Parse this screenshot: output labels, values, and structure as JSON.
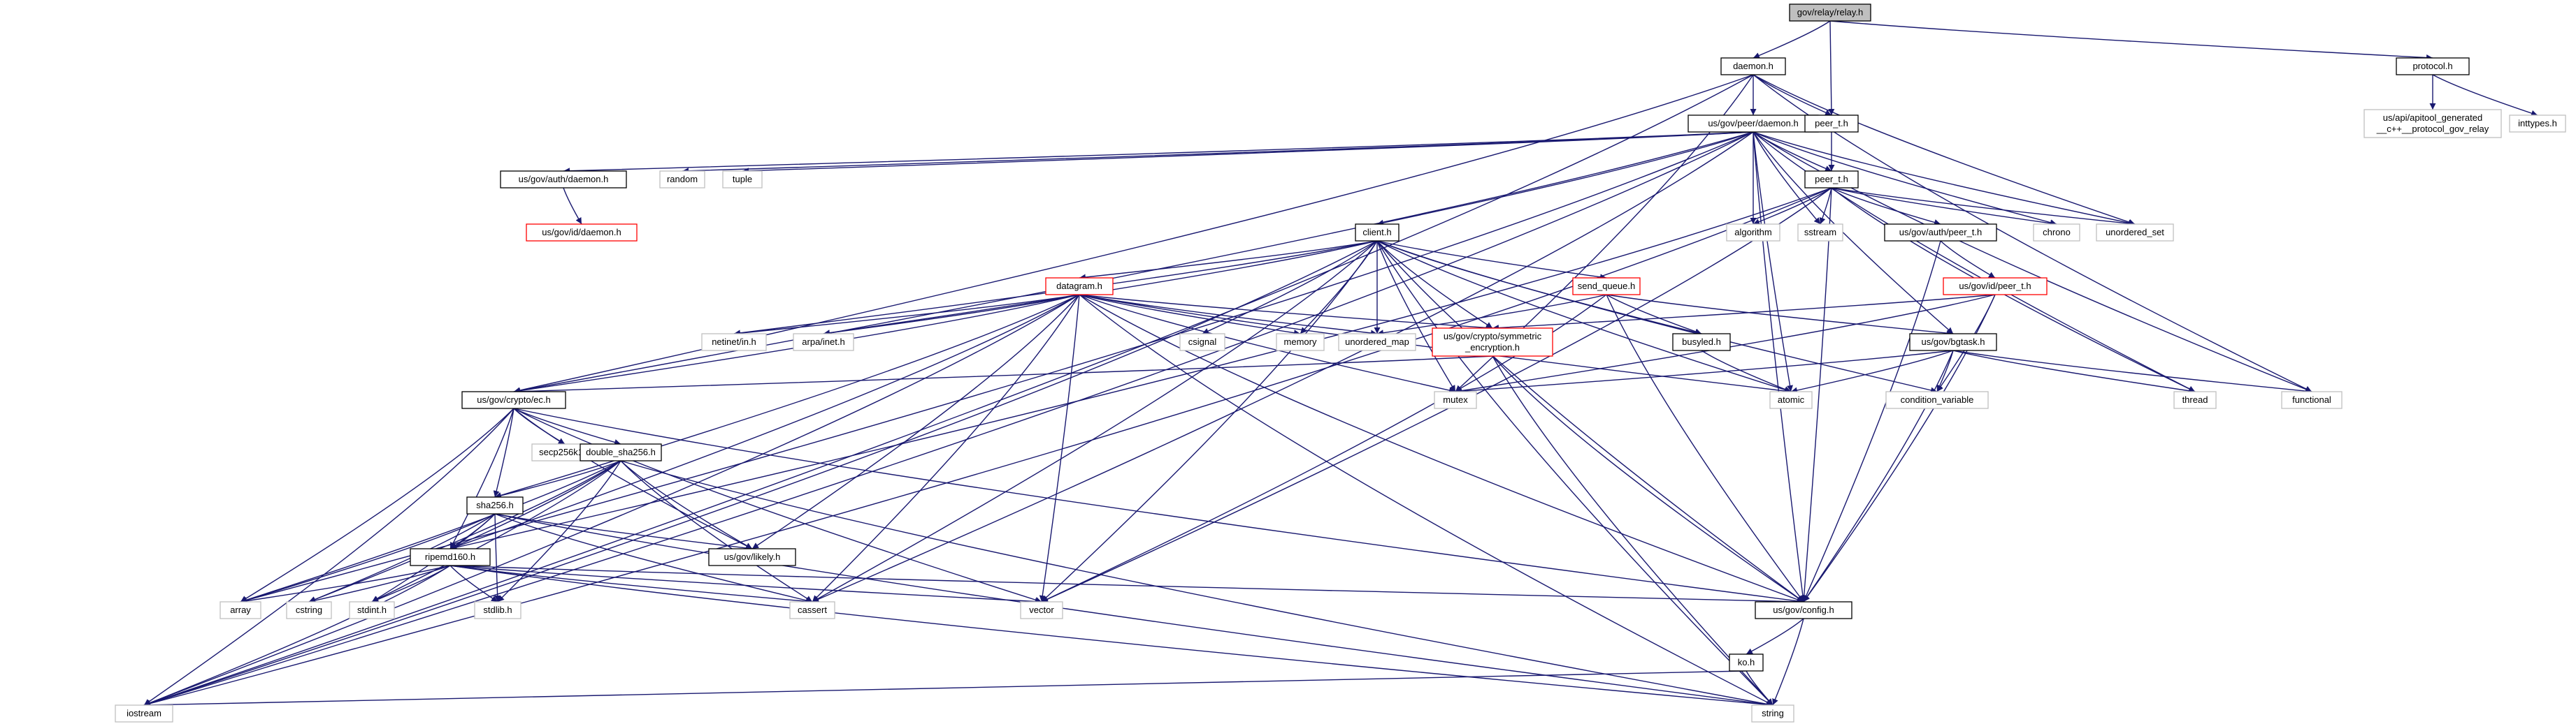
{
  "diagram": {
    "type": "include-dependency-graph",
    "colors": {
      "edge": "#191970",
      "root_fill": "#bfbfbf",
      "documented_border": "#000000",
      "undocumented_border": "#ff0000",
      "external_border": "#bfbfbf",
      "external_text": "#555555",
      "undocumented_text": "#ff0000"
    },
    "nodes": [
      {
        "id": "root",
        "label": "gov/relay/relay.h",
        "kind": "root"
      },
      {
        "id": "daemon",
        "label": "daemon.h",
        "kind": "doc"
      },
      {
        "id": "protocol",
        "label": "protocol.h",
        "kind": "doc"
      },
      {
        "id": "peerdaemon",
        "label": "us/gov/peer/daemon.h",
        "kind": "doc"
      },
      {
        "id": "peer_t_top",
        "label": "peer_t.h",
        "kind": "doc"
      },
      {
        "id": "apitool",
        "label": "us/api/apitool_generated__c++__protocol_gov_relay",
        "kind": "ext"
      },
      {
        "id": "inttypes",
        "label": "inttypes.h",
        "kind": "ext"
      },
      {
        "id": "authdaemon",
        "label": "us/gov/auth/daemon.h",
        "kind": "doc"
      },
      {
        "id": "random",
        "label": "random",
        "kind": "ext"
      },
      {
        "id": "tuple",
        "label": "tuple",
        "kind": "ext"
      },
      {
        "id": "peer_t",
        "label": "peer_t.h",
        "kind": "doc"
      },
      {
        "id": "iddaemon",
        "label": "us/gov/id/daemon.h",
        "kind": "undoc"
      },
      {
        "id": "algorithm",
        "label": "algorithm",
        "kind": "ext"
      },
      {
        "id": "sstream",
        "label": "sstream",
        "kind": "ext"
      },
      {
        "id": "chrono",
        "label": "chrono",
        "kind": "ext"
      },
      {
        "id": "unordered_set",
        "label": "unordered_set",
        "kind": "ext"
      },
      {
        "id": "authpeer",
        "label": "us/gov/auth/peer_t.h",
        "kind": "doc"
      },
      {
        "id": "client",
        "label": "client.h",
        "kind": "doc"
      },
      {
        "id": "datagram",
        "label": "datagram.h",
        "kind": "undoc"
      },
      {
        "id": "send_queue",
        "label": "send_queue.h",
        "kind": "undoc"
      },
      {
        "id": "idpeer",
        "label": "us/gov/id/peer_t.h",
        "kind": "undoc"
      },
      {
        "id": "netinet",
        "label": "netinet/in.h",
        "kind": "ext"
      },
      {
        "id": "arpainet",
        "label": "arpa/inet.h",
        "kind": "ext"
      },
      {
        "id": "csignal",
        "label": "csignal",
        "kind": "ext"
      },
      {
        "id": "memory",
        "label": "memory",
        "kind": "ext"
      },
      {
        "id": "unordered_map",
        "label": "unordered_map",
        "kind": "ext"
      },
      {
        "id": "symmetric",
        "label": "us/gov/crypto/symmetric_encryption.h",
        "kind": "undoc"
      },
      {
        "id": "busyled",
        "label": "busyled.h",
        "kind": "doc"
      },
      {
        "id": "bgtask",
        "label": "us/gov/bgtask.h",
        "kind": "doc"
      },
      {
        "id": "mutex",
        "label": "mutex",
        "kind": "ext"
      },
      {
        "id": "atomic",
        "label": "atomic",
        "kind": "ext"
      },
      {
        "id": "condvar",
        "label": "condition_variable",
        "kind": "ext"
      },
      {
        "id": "thread",
        "label": "thread",
        "kind": "ext"
      },
      {
        "id": "functional",
        "label": "functional",
        "kind": "ext"
      },
      {
        "id": "ec",
        "label": "us/gov/crypto/ec.h",
        "kind": "doc"
      },
      {
        "id": "secp",
        "label": "secp256k1.h",
        "kind": "ext"
      },
      {
        "id": "dsha",
        "label": "double_sha256.h",
        "kind": "doc"
      },
      {
        "id": "sha256",
        "label": "sha256.h",
        "kind": "doc"
      },
      {
        "id": "likely",
        "label": "us/gov/likely.h",
        "kind": "doc"
      },
      {
        "id": "ripemd",
        "label": "ripemd160.h",
        "kind": "doc"
      },
      {
        "id": "array",
        "label": "array",
        "kind": "ext"
      },
      {
        "id": "cstring",
        "label": "cstring",
        "kind": "ext"
      },
      {
        "id": "stdint",
        "label": "stdint.h",
        "kind": "ext"
      },
      {
        "id": "stdlib",
        "label": "stdlib.h",
        "kind": "ext"
      },
      {
        "id": "cassert",
        "label": "cassert",
        "kind": "ext"
      },
      {
        "id": "vector",
        "label": "vector",
        "kind": "ext"
      },
      {
        "id": "config",
        "label": "us/gov/config.h",
        "kind": "doc"
      },
      {
        "id": "ko",
        "label": "ko.h",
        "kind": "doc"
      },
      {
        "id": "iostream",
        "label": "iostream",
        "kind": "ext"
      },
      {
        "id": "string",
        "label": "string",
        "kind": "ext"
      }
    ],
    "edges": [
      [
        "root",
        "daemon"
      ],
      [
        "root",
        "protocol"
      ],
      [
        "root",
        "peer_t_top"
      ],
      [
        "protocol",
        "apitool"
      ],
      [
        "protocol",
        "inttypes"
      ],
      [
        "daemon",
        "peerdaemon"
      ],
      [
        "daemon",
        "peer_t_top"
      ],
      [
        "daemon",
        "iostream"
      ],
      [
        "daemon",
        "unordered_set"
      ],
      [
        "daemon",
        "functional"
      ],
      [
        "daemon",
        "ec"
      ],
      [
        "daemon",
        "mutex"
      ],
      [
        "peer_t_top",
        "peer_t"
      ],
      [
        "peerdaemon",
        "authdaemon"
      ],
      [
        "peerdaemon",
        "random"
      ],
      [
        "peerdaemon",
        "tuple"
      ],
      [
        "peerdaemon",
        "peer_t"
      ],
      [
        "peerdaemon",
        "client"
      ],
      [
        "peerdaemon",
        "ec"
      ],
      [
        "peerdaemon",
        "algorithm"
      ],
      [
        "peerdaemon",
        "sstream"
      ],
      [
        "peerdaemon",
        "chrono"
      ],
      [
        "peerdaemon",
        "unordered_set"
      ],
      [
        "peerdaemon",
        "thread"
      ],
      [
        "peerdaemon",
        "functional"
      ],
      [
        "peerdaemon",
        "atomic"
      ],
      [
        "peerdaemon",
        "bgtask"
      ],
      [
        "peerdaemon",
        "config"
      ],
      [
        "peerdaemon",
        "iostream"
      ],
      [
        "peerdaemon",
        "cassert"
      ],
      [
        "peerdaemon",
        "array"
      ],
      [
        "authdaemon",
        "iddaemon"
      ],
      [
        "peer_t",
        "algorithm"
      ],
      [
        "peer_t",
        "sstream"
      ],
      [
        "peer_t",
        "chrono"
      ],
      [
        "peer_t",
        "unordered_set"
      ],
      [
        "peer_t",
        "authpeer"
      ],
      [
        "peer_t",
        "thread"
      ],
      [
        "peer_t",
        "vector"
      ],
      [
        "peer_t",
        "ripemd"
      ],
      [
        "peer_t",
        "config"
      ],
      [
        "peer_t",
        "iostream"
      ],
      [
        "authpeer",
        "idpeer"
      ],
      [
        "authpeer",
        "config"
      ],
      [
        "idpeer",
        "symmetric"
      ],
      [
        "idpeer",
        "condvar"
      ],
      [
        "idpeer",
        "config"
      ],
      [
        "idpeer",
        "mutex"
      ],
      [
        "client",
        "datagram"
      ],
      [
        "client",
        "send_queue"
      ],
      [
        "client",
        "netinet"
      ],
      [
        "client",
        "arpainet"
      ],
      [
        "client",
        "csignal"
      ],
      [
        "client",
        "memory"
      ],
      [
        "client",
        "unordered_map"
      ],
      [
        "client",
        "symmetric"
      ],
      [
        "client",
        "busyled"
      ],
      [
        "client",
        "atomic"
      ],
      [
        "client",
        "mutex"
      ],
      [
        "client",
        "condvar"
      ],
      [
        "client",
        "string"
      ],
      [
        "client",
        "config"
      ],
      [
        "client",
        "iostream"
      ],
      [
        "client",
        "vector"
      ],
      [
        "client",
        "cassert"
      ],
      [
        "datagram",
        "netinet"
      ],
      [
        "datagram",
        "arpainet"
      ],
      [
        "datagram",
        "memory"
      ],
      [
        "datagram",
        "unordered_map"
      ],
      [
        "datagram",
        "symmetric"
      ],
      [
        "datagram",
        "mutex"
      ],
      [
        "datagram",
        "atomic"
      ],
      [
        "datagram",
        "ec"
      ],
      [
        "datagram",
        "sha256"
      ],
      [
        "datagram",
        "ripemd"
      ],
      [
        "datagram",
        "likely"
      ],
      [
        "datagram",
        "cassert"
      ],
      [
        "datagram",
        "vector"
      ],
      [
        "datagram",
        "config"
      ],
      [
        "datagram",
        "string"
      ],
      [
        "datagram",
        "iostream"
      ],
      [
        "send_queue",
        "unordered_map"
      ],
      [
        "send_queue",
        "bgtask"
      ],
      [
        "send_queue",
        "busyled"
      ],
      [
        "send_queue",
        "vector"
      ],
      [
        "send_queue",
        "config"
      ],
      [
        "busyled",
        "atomic"
      ],
      [
        "bgtask",
        "mutex"
      ],
      [
        "bgtask",
        "atomic"
      ],
      [
        "bgtask",
        "condvar"
      ],
      [
        "bgtask",
        "thread"
      ],
      [
        "bgtask",
        "functional"
      ],
      [
        "bgtask",
        "config"
      ],
      [
        "symmetric",
        "ec"
      ],
      [
        "symmetric",
        "config"
      ],
      [
        "symmetric",
        "string"
      ],
      [
        "ec",
        "secp"
      ],
      [
        "ec",
        "dsha"
      ],
      [
        "ec",
        "sha256"
      ],
      [
        "ec",
        "ripemd"
      ],
      [
        "ec",
        "likely"
      ],
      [
        "ec",
        "array"
      ],
      [
        "ec",
        "vector"
      ],
      [
        "ec",
        "config"
      ],
      [
        "ec",
        "iostream"
      ],
      [
        "dsha",
        "sha256"
      ],
      [
        "dsha",
        "array"
      ],
      [
        "dsha",
        "cstring"
      ],
      [
        "dsha",
        "stdint"
      ],
      [
        "dsha",
        "stdlib"
      ],
      [
        "dsha",
        "cassert"
      ],
      [
        "dsha",
        "likely"
      ],
      [
        "dsha",
        "string"
      ],
      [
        "dsha",
        "ripemd"
      ],
      [
        "sha256",
        "ripemd"
      ],
      [
        "sha256",
        "array"
      ],
      [
        "sha256",
        "cstring"
      ],
      [
        "sha256",
        "stdint"
      ],
      [
        "sha256",
        "stdlib"
      ],
      [
        "sha256",
        "cassert"
      ],
      [
        "sha256",
        "likely"
      ],
      [
        "sha256",
        "string"
      ],
      [
        "ripemd",
        "array"
      ],
      [
        "ripemd",
        "cstring"
      ],
      [
        "ripemd",
        "stdint"
      ],
      [
        "ripemd",
        "stdlib"
      ],
      [
        "ripemd",
        "cassert"
      ],
      [
        "ripemd",
        "vector"
      ],
      [
        "ripemd",
        "config"
      ],
      [
        "ripemd",
        "iostream"
      ],
      [
        "ripemd",
        "string"
      ],
      [
        "config",
        "ko"
      ],
      [
        "config",
        "string"
      ],
      [
        "ko",
        "iostream"
      ],
      [
        "ko",
        "string"
      ]
    ]
  }
}
